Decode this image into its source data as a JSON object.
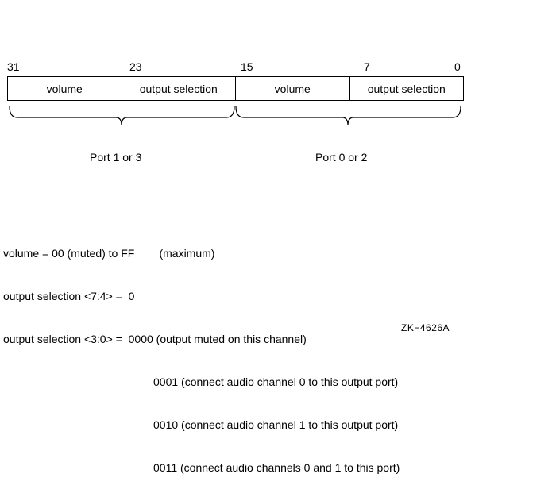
{
  "bit_labels": {
    "b31": "31",
    "b23": "23",
    "b15": "15",
    "b7": "7",
    "b0": "0"
  },
  "fields": [
    {
      "label": "volume"
    },
    {
      "label": "output selection"
    },
    {
      "label": "volume"
    },
    {
      "label": "output selection"
    }
  ],
  "ports": {
    "upper": "Port 1 or 3",
    "lower": "Port 0 or 2"
  },
  "legend": {
    "volume_line": "volume = 00 (muted) to FF        (maximum)",
    "sel_high_line": "output selection <7:4> =  0",
    "sel_low_line": "output selection <3:0> =  0000 (output muted on this channel)",
    "opt1": "0001 (connect audio channel 0 to this output port)",
    "opt2": "0010 (connect audio channel 1 to this output port)",
    "opt3": "0011 (connect audio channels 0 and 1 to this port)"
  },
  "figure_id": "ZK−4626A"
}
